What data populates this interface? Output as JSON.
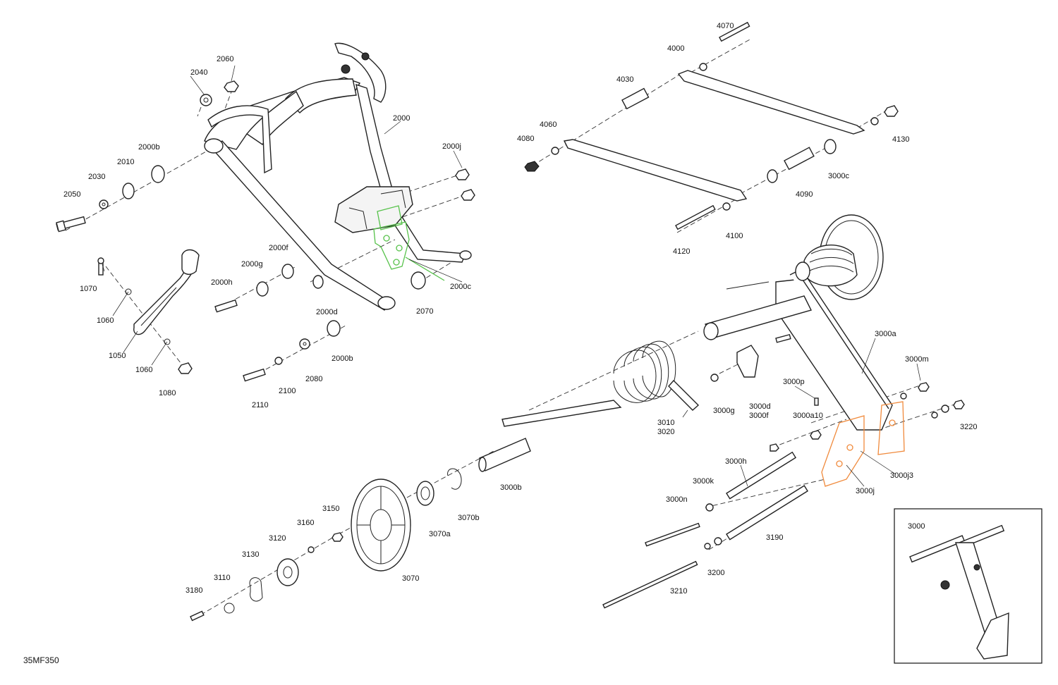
{
  "diagram_code": "35MF350",
  "inset_label": "3000",
  "colors": {
    "highlight_green": "#56c24a",
    "highlight_orange": "#f08a3c",
    "line": "#222222"
  },
  "labels": {
    "p2000": "2000",
    "p2040": "2040",
    "p2060": "2060",
    "p2000b_top": "2000b",
    "p2010": "2010",
    "p2030": "2030",
    "p2050": "2050",
    "p2000j": "2000j",
    "p2000f": "2000f",
    "p2000g": "2000g",
    "p2000h": "2000h",
    "p2000d": "2000d",
    "p2070": "2070",
    "p2000c": "2000c",
    "p1070": "1070",
    "p1060_top": "1060",
    "p1050": "1050",
    "p1060_bot": "1060",
    "p1080": "1080",
    "p2000b_bot": "2000b",
    "p2080": "2080",
    "p2100": "2100",
    "p2110": "2110",
    "p4070": "4070",
    "p4000": "4000",
    "p4030": "4030",
    "p4060": "4060",
    "p4080": "4080",
    "p4130": "4130",
    "p3000c": "3000c",
    "p4090": "4090",
    "p4100": "4100",
    "p4120": "4120",
    "p3000a": "3000a",
    "p3000m": "3000m",
    "p3000p": "3000p",
    "p3000g": "3000g",
    "p3000d": "3000d",
    "p3000f": "3000f",
    "p3000a10": "3000a10",
    "p3220": "3220",
    "p3010": "3010",
    "p3020": "3020",
    "p3000j3": "3000j3",
    "p3000j": "3000j",
    "p3000h": "3000h",
    "p3000k": "3000k",
    "p3000n": "3000n",
    "p3190": "3190",
    "p3200": "3200",
    "p3210": "3210",
    "p3000b": "3000b",
    "p3070b": "3070b",
    "p3070a": "3070a",
    "p3070": "3070",
    "p3150": "3150",
    "p3160": "3160",
    "p3120": "3120",
    "p3130": "3130",
    "p3110": "3110",
    "p3180": "3180"
  }
}
